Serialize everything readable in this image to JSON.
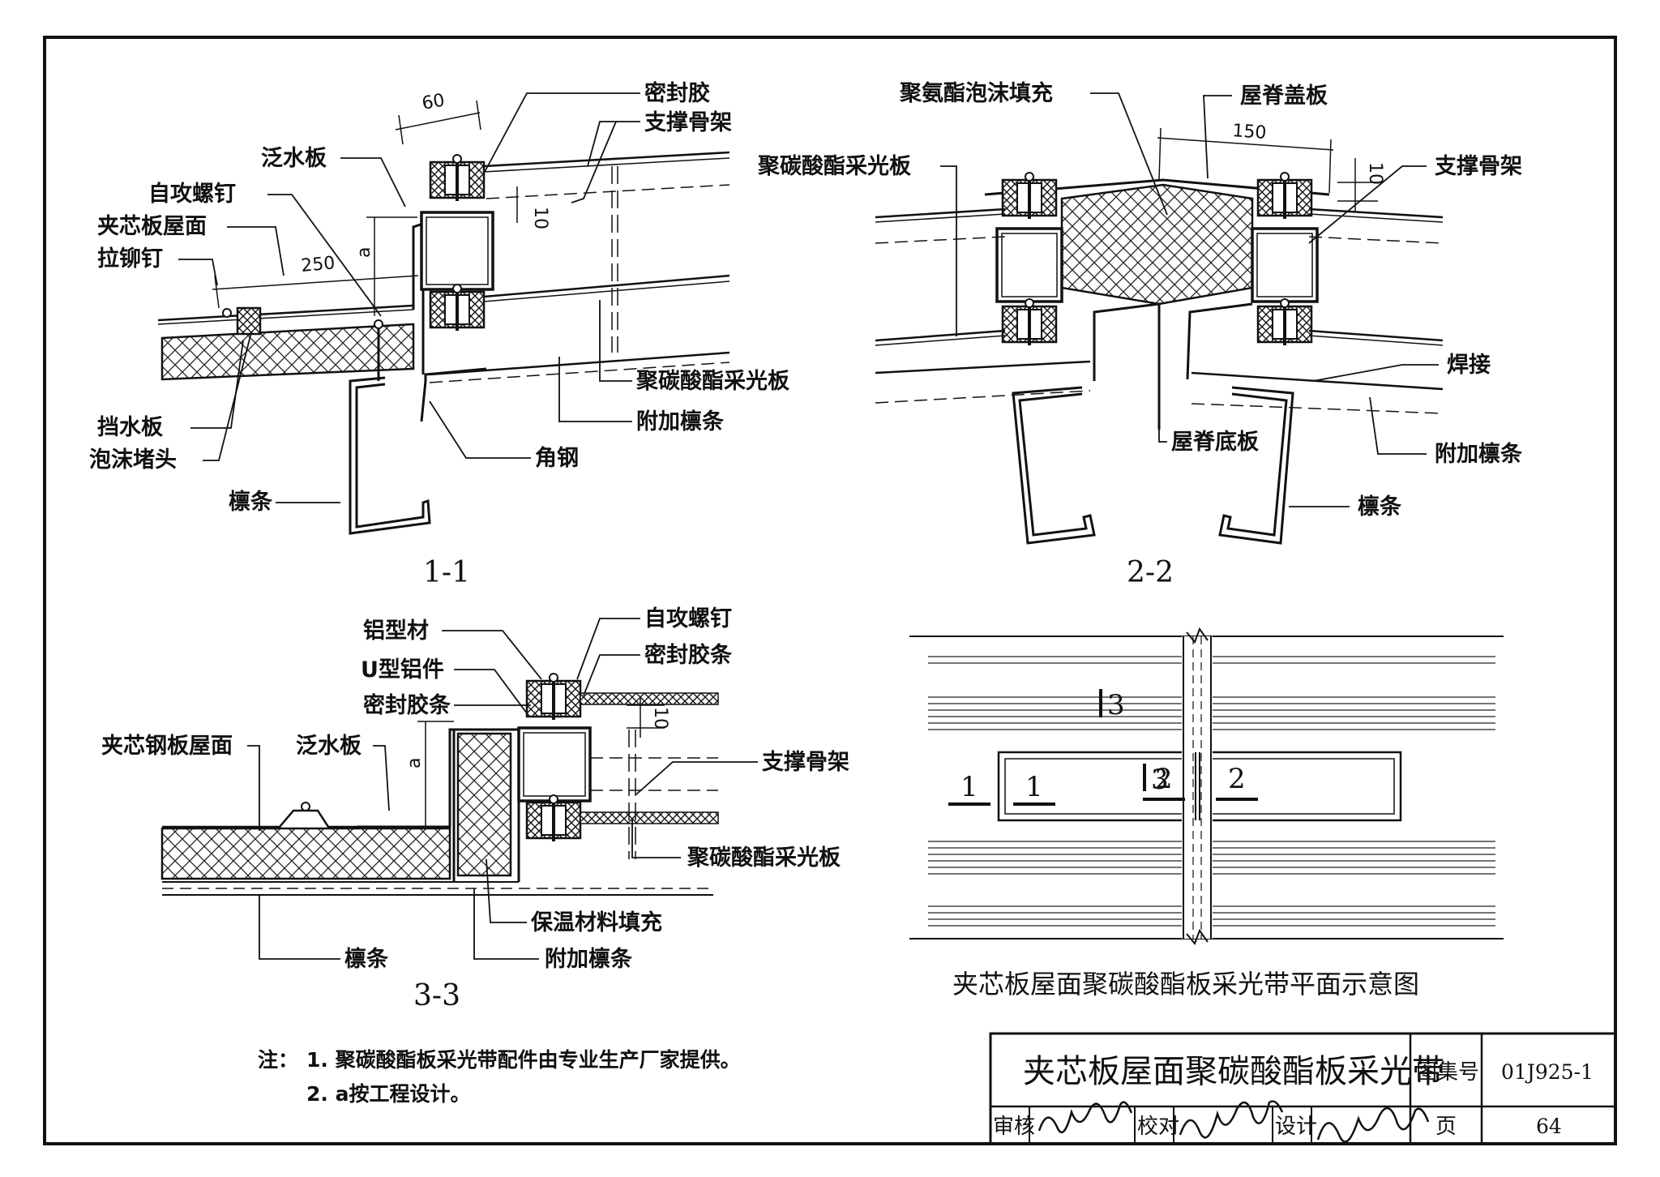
{
  "sections": {
    "s1": {
      "title": "1-1",
      "dim_60": "60",
      "dim_250": "250",
      "dim_10": "10",
      "dim_a": "a",
      "labels": {
        "sealant": "密封胶",
        "support_frame": "支撑骨架",
        "flashing": "泛水板",
        "self_tapping_screw": "自攻螺钉",
        "sandwich_roof": "夹芯板屋面",
        "rivet": "拉铆钉",
        "pc_panel": "聚碳酸酯采光板",
        "extra_purlin": "附加檩条",
        "water_stop": "挡水板",
        "angle_steel": "角钢",
        "foam_plug": "泡沫堵头",
        "purlin": "檩条"
      }
    },
    "s2": {
      "title": "2-2",
      "dim_150": "150",
      "dim_10": "10",
      "labels": {
        "pu_foam": "聚氨酯泡沫填充",
        "ridge_cap": "屋脊盖板",
        "pc_panel": "聚碳酸酯采光板",
        "support_frame": "支撑骨架",
        "welding": "焊接",
        "ridge_base": "屋脊底板",
        "extra_purlin": "附加檩条",
        "purlin": "檩条"
      }
    },
    "s3": {
      "title": "3-3",
      "dim_10": "10",
      "dim_a": "a",
      "labels": {
        "aluminum_profile": "铝型材",
        "self_tapping_screw": "自攻螺钉",
        "u_aluminum": "U型铝件",
        "sealing_strip_1": "密封胶条",
        "sealing_strip_2": "密封胶条",
        "sandwich_steel_roof": "夹芯钢板屋面",
        "flashing": "泛水板",
        "support_frame": "支撑骨架",
        "pc_panel": "聚碳酸酯采光板",
        "insulation": "保温材料填充",
        "purlin": "檩条",
        "extra_purlin": "附加檩条"
      }
    }
  },
  "plan": {
    "caption": "夹芯板屋面聚碳酸酯板采光带平面示意图",
    "marks": {
      "m1a": "1",
      "m1b": "1",
      "m2a": "2",
      "m2b": "2",
      "m3a": "3",
      "m3b": "3"
    }
  },
  "notes": {
    "prefix": "注：",
    "line1": "1. 聚碳酸酯板采光带配件由专业生产厂家提供。",
    "line2": "2. a按工程设计。"
  },
  "title_block": {
    "title": "夹芯板屋面聚碳酸酯板采光带",
    "atlas_label": "图集号",
    "atlas_no": "01J925-1",
    "review_label": "审核",
    "check_label": "校对",
    "design_label": "设计",
    "page_label": "页",
    "page_no": "64"
  }
}
